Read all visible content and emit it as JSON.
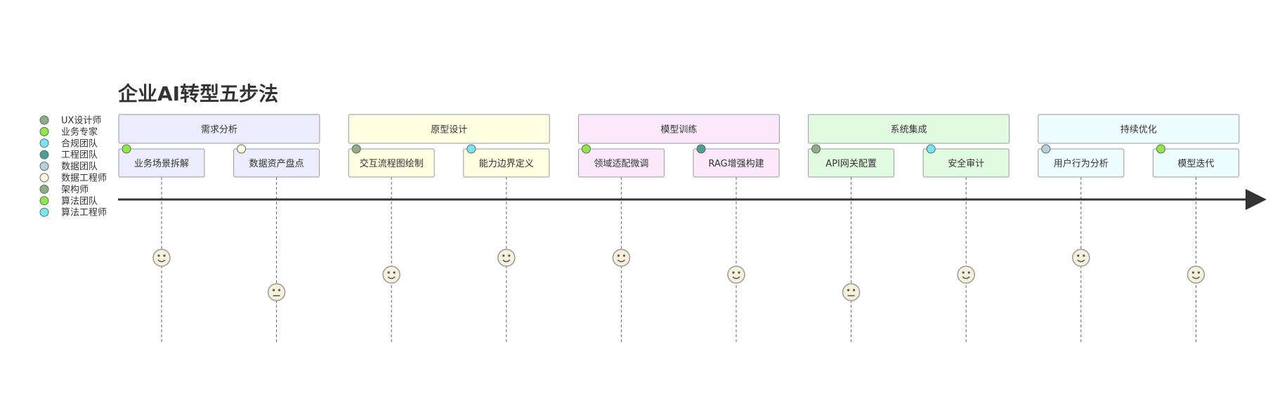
{
  "title": "企业AI转型五步法",
  "legend": [
    {
      "label": "UX设计师",
      "color": "#8fae88"
    },
    {
      "label": "业务专家",
      "color": "#8ee84a"
    },
    {
      "label": "合规团队",
      "color": "#78e6ee"
    },
    {
      "label": "工程团队",
      "color": "#4e9c94"
    },
    {
      "label": "数据团队",
      "color": "#b4d2dc"
    },
    {
      "label": "数据工程师",
      "color": "#fffbe0"
    },
    {
      "label": "架构师",
      "color": "#8fae88"
    },
    {
      "label": "算法团队",
      "color": "#8ee84a"
    },
    {
      "label": "算法工程师",
      "color": "#78e6ee"
    }
  ],
  "sections": [
    {
      "label": "需求分析",
      "fill": "#ececfd",
      "tasks": [
        {
          "label": "业务场景拆解",
          "actor_color": "#8ee84a",
          "mood": "happy"
        },
        {
          "label": "数据资产盘点",
          "actor_color": "#fffbe0",
          "mood": "neutral"
        }
      ]
    },
    {
      "label": "原型设计",
      "fill": "#fefee0",
      "tasks": [
        {
          "label": "交互流程图绘制",
          "actor_color": "#8fae88",
          "mood": "happy"
        },
        {
          "label": "能力边界定义",
          "actor_color": "#78e6ee",
          "mood": "happy"
        }
      ]
    },
    {
      "label": "模型训练",
      "fill": "#fbe9fb",
      "tasks": [
        {
          "label": "领域适配微调",
          "actor_color": "#8ee84a",
          "mood": "happy"
        },
        {
          "label": "RAG增强构建",
          "actor_color": "#4e9c94",
          "mood": "happy"
        }
      ]
    },
    {
      "label": "系统集成",
      "fill": "#e1fbe0",
      "tasks": [
        {
          "label": "API网关配置",
          "actor_color": "#8fae88",
          "mood": "neutral"
        },
        {
          "label": "安全审计",
          "actor_color": "#78e6ee",
          "mood": "happy"
        }
      ]
    },
    {
      "label": "持续优化",
      "fill": "#eefdfd",
      "tasks": [
        {
          "label": "用户行为分析",
          "actor_color": "#b4d2dc",
          "mood": "happy"
        },
        {
          "label": "模型迭代",
          "actor_color": "#8ee84a",
          "mood": "happy"
        }
      ]
    }
  ],
  "colors": {
    "axis": "#333333",
    "box_stroke": "#999999",
    "dash": "#666666",
    "face_fill": "#f7f1dc",
    "face_stroke": "#999999"
  }
}
